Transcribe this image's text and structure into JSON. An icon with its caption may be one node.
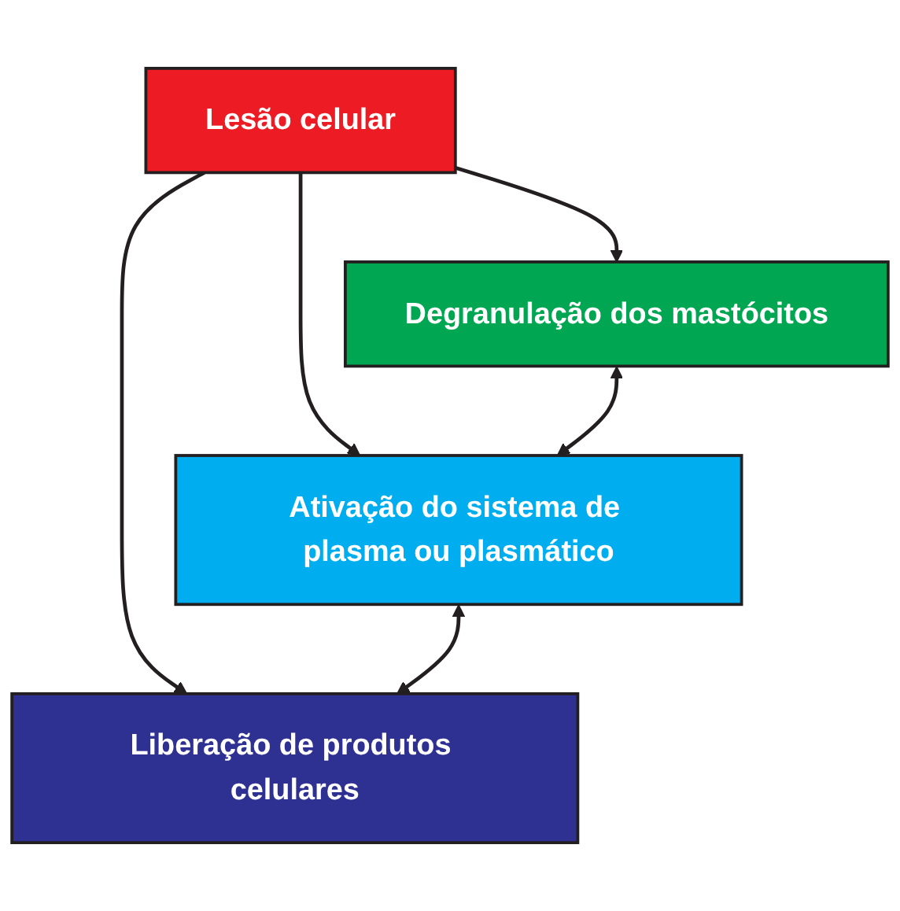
{
  "diagram": {
    "nodes": [
      {
        "text": [
          "Lesão celular"
        ]
      },
      {
        "text": [
          "Degranulação dos mastócitos"
        ]
      },
      {
        "text": [
          "Ativação do sistema de plasma ou plasmático"
        ]
      },
      {
        "text": [
          "Liberação de produtos celulares"
        ]
      }
    ],
    "edges": [
      {
        "from": 0,
        "to": 1,
        "arrow": "to"
      },
      {
        "from": 0,
        "to": 2,
        "arrow": "to"
      },
      {
        "from": 0,
        "to": 3,
        "arrow": "to"
      },
      {
        "from": 1,
        "to": 2,
        "arrow": "both"
      },
      {
        "from": 2,
        "to": 3,
        "arrow": "both"
      }
    ]
  }
}
